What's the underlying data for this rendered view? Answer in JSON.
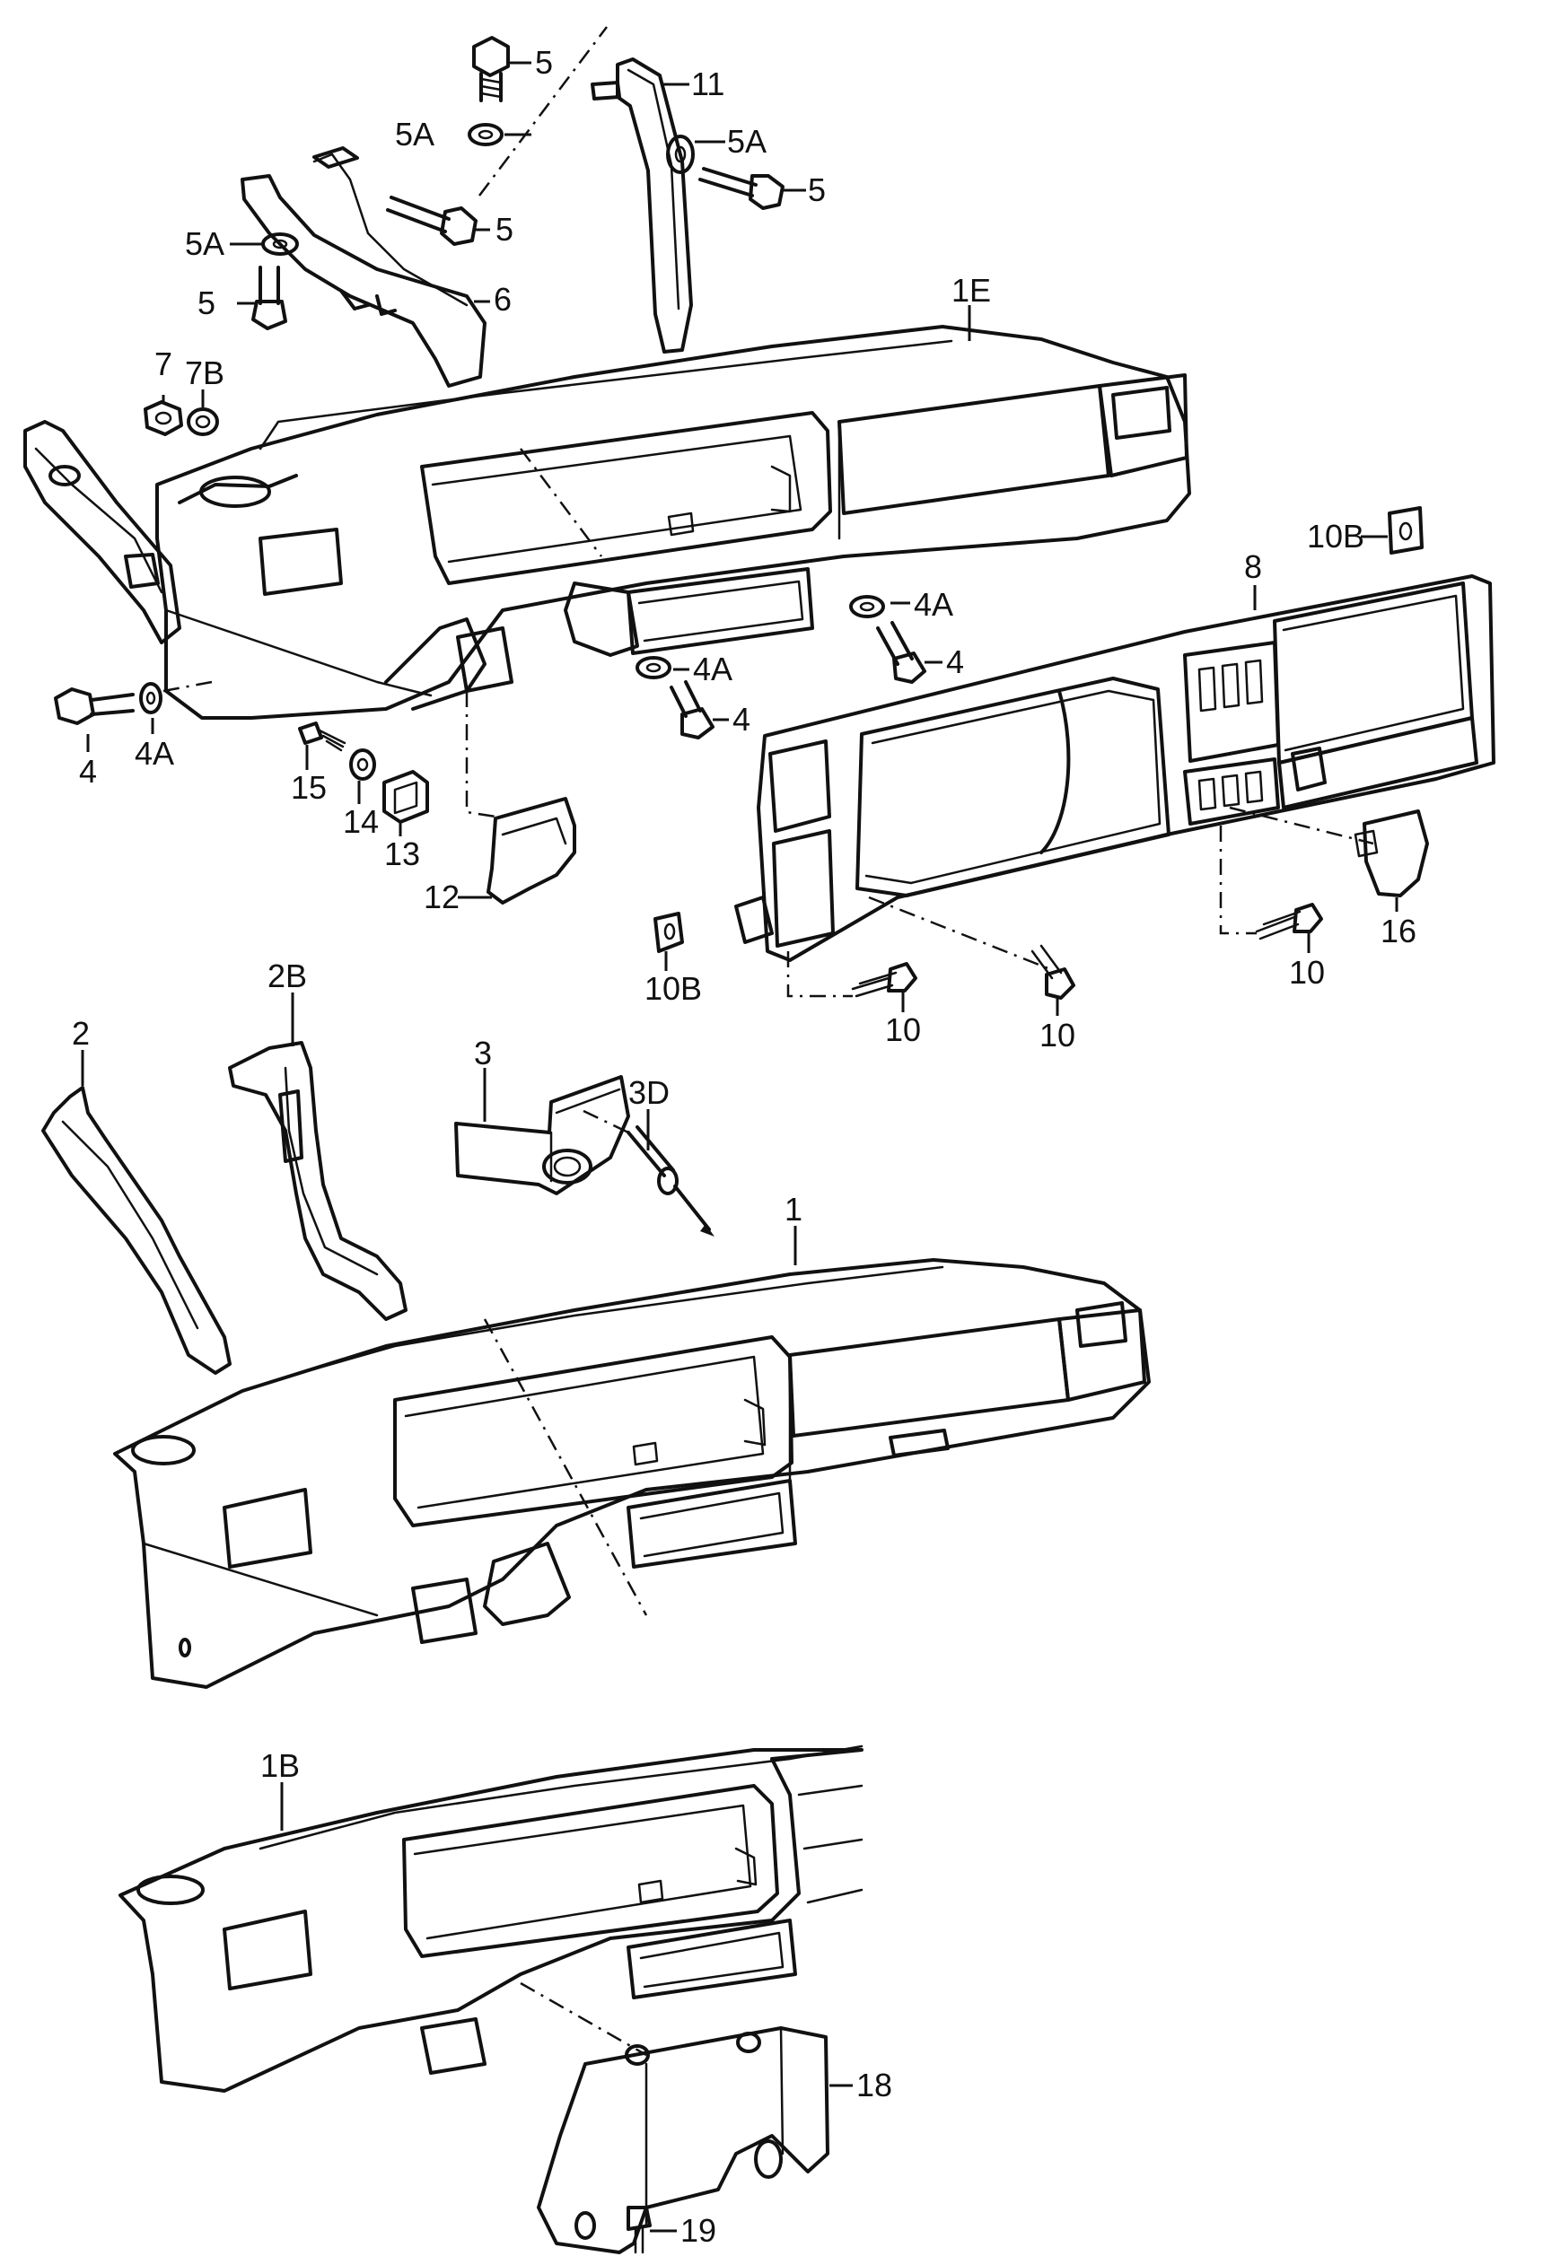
{
  "callouts": {
    "c5_top": "5",
    "c5a_top": "5A",
    "c11": "11",
    "c5a_right": "5A",
    "c5_right": "5",
    "c5_mid": "5",
    "c5a_left": "5A",
    "c5_left": "5",
    "c6": "6",
    "c1e": "1E",
    "c7": "7",
    "c7b": "7B",
    "c10b_top": "10B",
    "c8": "8",
    "c4a_a": "4A",
    "c4_a": "4",
    "c4a_b": "4A",
    "c4_b": "4",
    "c4_left": "4",
    "c4a_left": "4A",
    "c15": "15",
    "c14": "14",
    "c13": "13",
    "c12": "12",
    "c10_right": "10",
    "c16": "16",
    "c10b_low": "10B",
    "c10_a": "10",
    "c10_b": "10",
    "c2b": "2B",
    "c2": "2",
    "c3": "3",
    "c3d": "3D",
    "c1": "1",
    "c1b": "1B",
    "c18": "18",
    "c19": "19"
  }
}
